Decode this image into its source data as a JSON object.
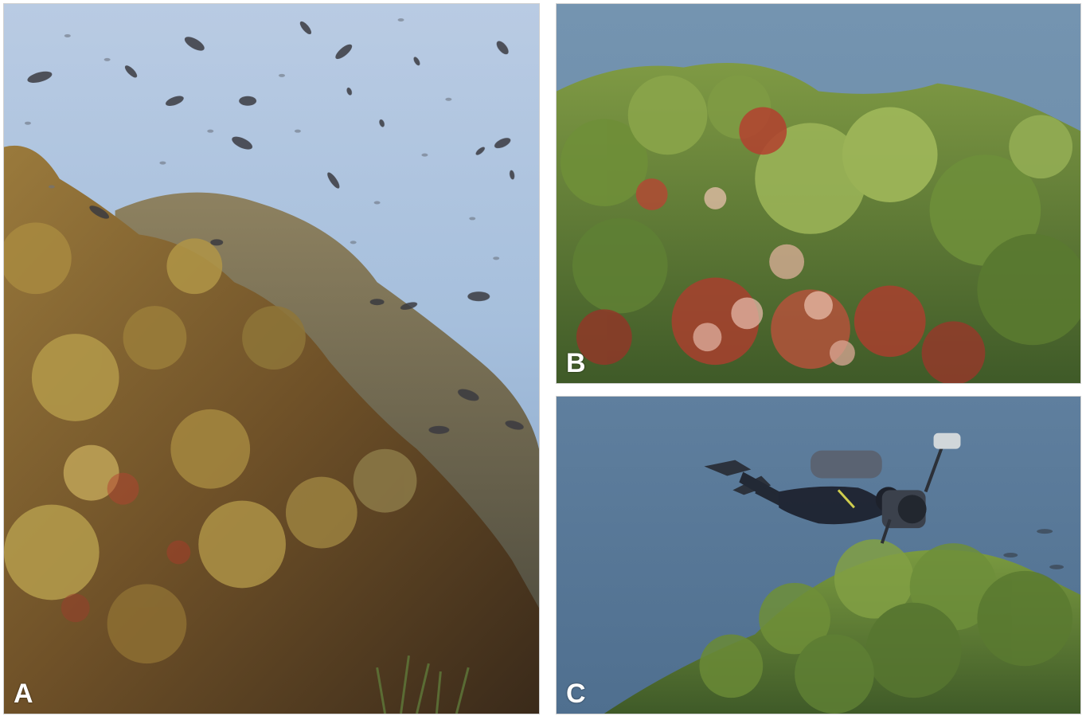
{
  "figure": {
    "panels": [
      {
        "letter": "A"
      },
      {
        "letter": "B"
      },
      {
        "letter": "C"
      }
    ]
  },
  "colors": {
    "water_top": "#b9cde4",
    "water_mid": "#8fb1d3",
    "algae_brown": "#8a6a2e",
    "algae_yellow": "#b79b49",
    "algae_green": "#7d9a3e",
    "coralline_red": "#b3412f",
    "deep_blue": "#4f6f91"
  }
}
